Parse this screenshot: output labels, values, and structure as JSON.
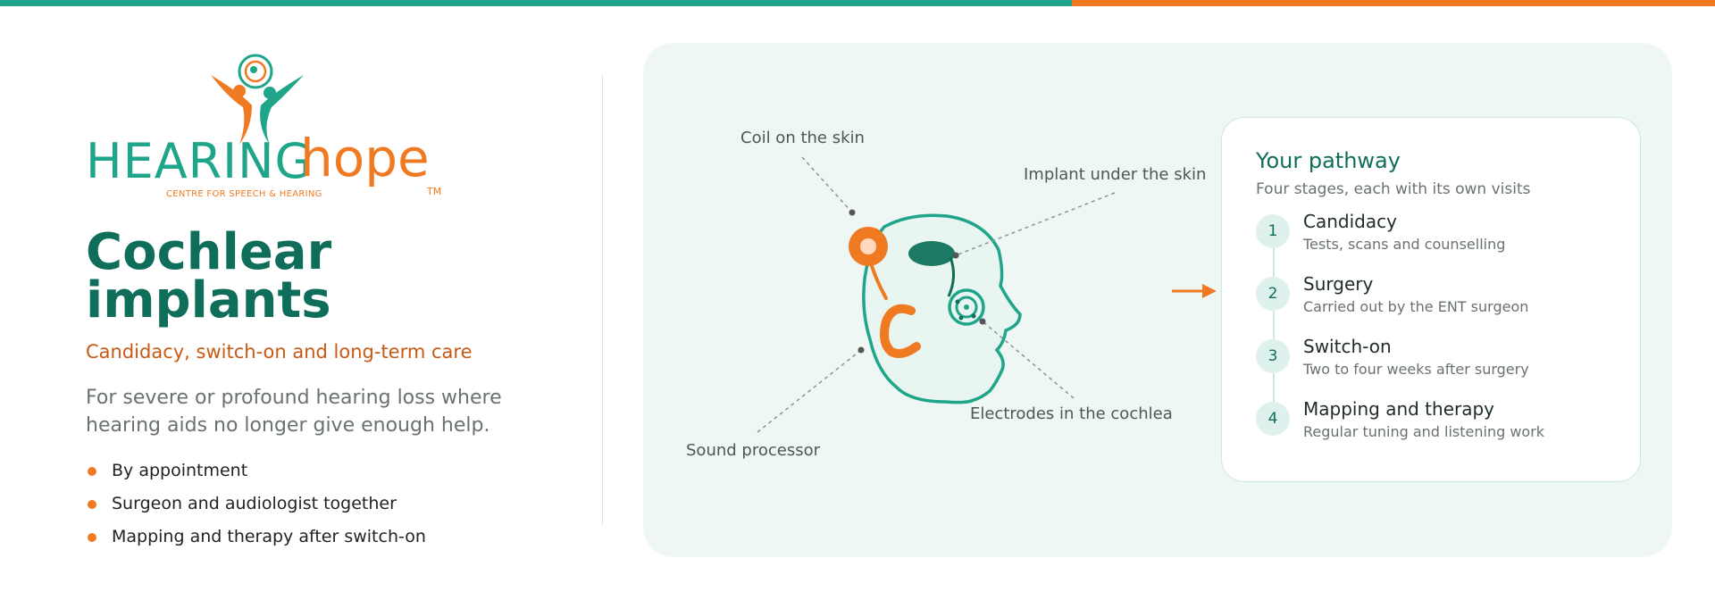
{
  "brand": {
    "word1": "HEARING",
    "word2": "hope",
    "tagline": "CENTRE FOR SPEECH & HEARING",
    "tm": "TM"
  },
  "hero": {
    "title_line1": "Cochlear",
    "title_line2": "implants",
    "subtitle": "Candidacy, switch-on and long-term care",
    "description": "For severe or profound hearing loss where hearing aids no longer give enough help.",
    "bullets": [
      "By appointment",
      "Surgeon and audiologist together",
      "Mapping and therapy after switch-on"
    ]
  },
  "diagram": {
    "callouts": {
      "coil": "Coil on the skin",
      "implant": "Implant under the skin",
      "processor": "Sound processor",
      "electrodes": "Electrodes in the cochlea"
    }
  },
  "pathway": {
    "title": "Your pathway",
    "subtitle": "Four stages, each with its own visits",
    "steps": [
      {
        "num": "1",
        "title": "Candidacy",
        "desc": "Tests, scans and counselling"
      },
      {
        "num": "2",
        "title": "Surgery",
        "desc": "Carried out by the ENT surgeon"
      },
      {
        "num": "3",
        "title": "Switch-on",
        "desc": "Two to four weeks after surgery"
      },
      {
        "num": "4",
        "title": "Mapping and therapy",
        "desc": "Regular tuning and listening work"
      }
    ]
  },
  "colors": {
    "teal": "#1fa58a",
    "dark_teal": "#0f6e5a",
    "orange": "#f07a22",
    "panel_bg": "#eef7f4"
  }
}
